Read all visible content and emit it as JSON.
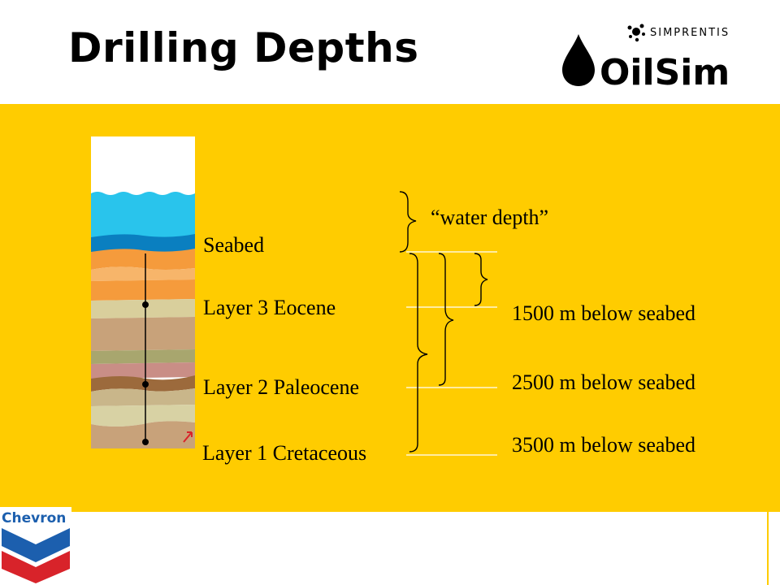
{
  "slide": {
    "title": "Drilling Depths"
  },
  "brand": {
    "company": "SIMPRENTIS",
    "product": "OilSim",
    "sponsor": "Chevron"
  },
  "strata_labels": {
    "seabed": "Seabed",
    "layer3": "Layer 3 Eocene",
    "layer2": "Layer 2 Paleocene",
    "layer1": "Layer 1 Cretaceous"
  },
  "annotations": {
    "water_depth": "“water depth”",
    "depth_1500": "1500 m below seabed",
    "depth_2500": "2500 m below seabed",
    "depth_3500": "3500 m below seabed"
  },
  "colors": {
    "background_band": "#FFCC00",
    "water": "#29C4EC",
    "seabed_line": "#0A7FC0",
    "chevron_blue": "#1C5FAE",
    "chevron_red": "#D8232A"
  }
}
